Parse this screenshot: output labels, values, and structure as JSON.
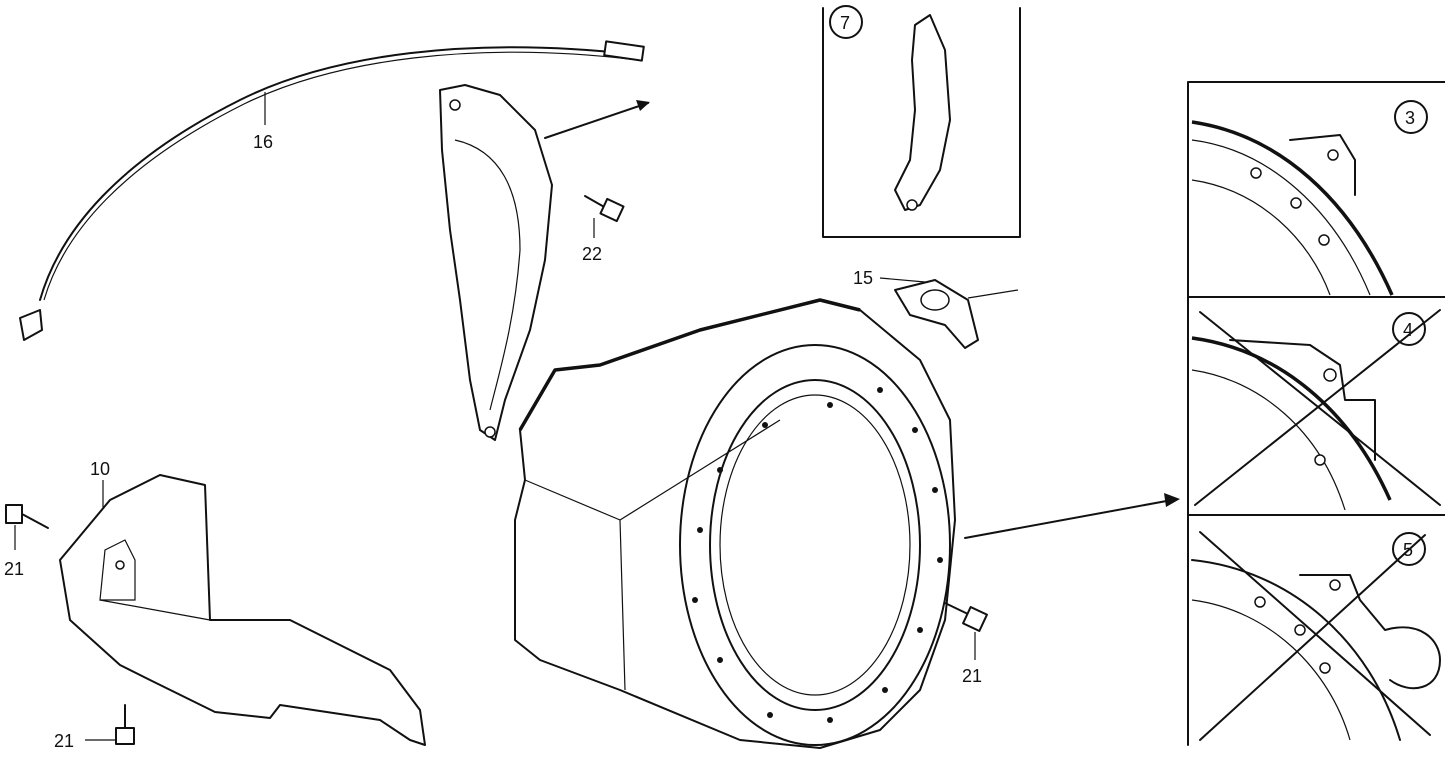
{
  "diagram": {
    "parts": [
      {
        "ref": "16",
        "name": "cable"
      },
      {
        "ref": "22",
        "name": "screw"
      },
      {
        "ref": "7",
        "name": "cover-variant"
      },
      {
        "ref": "15",
        "name": "switch"
      },
      {
        "ref": "3",
        "name": "shroud-variant"
      },
      {
        "ref": "4",
        "name": "shroud-variant"
      },
      {
        "ref": "5",
        "name": "shroud-variant"
      },
      {
        "ref": "10",
        "name": "under-cover"
      },
      {
        "ref": "21",
        "name": "bolt"
      }
    ],
    "labels": {
      "p16": "16",
      "p22": "22",
      "p7": "7",
      "p15": "15",
      "p3": "3",
      "p4": "4",
      "p5": "5",
      "p10": "10",
      "p21a": "21",
      "p21b": "21",
      "p21c": "21"
    }
  }
}
